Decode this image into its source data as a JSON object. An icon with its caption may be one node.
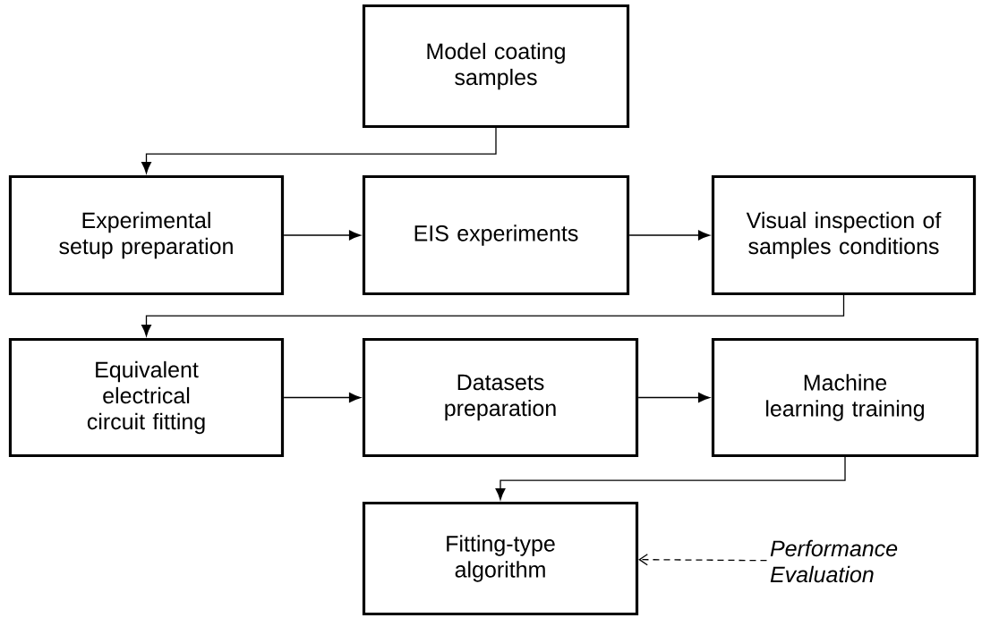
{
  "diagram": {
    "nodes": [
      {
        "text": [
          "Model coating samples"
        ]
      },
      {
        "text": [
          "Experimental setup preparation"
        ]
      },
      {
        "text": [
          "EIS experiments"
        ]
      },
      {
        "text": [
          "Visual inspection of samples conditions"
        ]
      },
      {
        "text": [
          "Equivalent electrical circuit fitting"
        ]
      },
      {
        "text": [
          "Datasets preparation"
        ]
      },
      {
        "text": [
          "Machine learning training"
        ]
      },
      {
        "text": [
          "Fitting-type algorithm"
        ]
      },
      {
        "text": [
          "Performance Evaluation"
        ]
      }
    ],
    "edges": [
      {
        "from": 0,
        "to": 1,
        "arrow": "to"
      },
      {
        "from": 1,
        "to": 2,
        "arrow": "to"
      },
      {
        "from": 2,
        "to": 3,
        "arrow": "to"
      },
      {
        "from": 3,
        "to": 4,
        "arrow": "to"
      },
      {
        "from": 4,
        "to": 5,
        "arrow": "to"
      },
      {
        "from": 5,
        "to": 6,
        "arrow": "to"
      },
      {
        "from": 6,
        "to": 7,
        "arrow": "to"
      },
      {
        "from": 8,
        "to": 7,
        "arrow": "to",
        "style": "dashed"
      }
    ]
  }
}
